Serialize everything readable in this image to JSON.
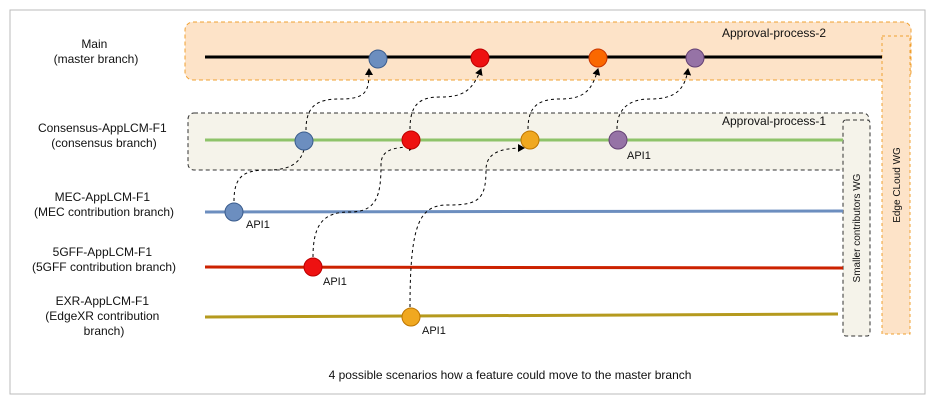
{
  "colors": {
    "approval2_fill": "#fde3c8",
    "approval2_stroke": "#f0a030",
    "approval1_fill": "#f5f3ea",
    "edge_cloud_fill": "#fde3c8",
    "edge_cloud_stroke": "#f0a030",
    "smaller_wg_fill": "#f5f3ea",
    "main_line": "#000000",
    "consensus_line": "#8ec36a",
    "mec_line": "#6c8ebf",
    "fivegff_line": "#cc2200",
    "exr_line": "#b59a1e",
    "dot_blue": "#6c8ebf",
    "dot_red": "#ee1111",
    "dot_orange": "#f0a820",
    "dot_orange_main": "#fa6800",
    "dot_purple": "#9673a6"
  },
  "regions": {
    "approval2": "Approval-process-2",
    "approval1": "Approval-process-1",
    "edge_cloud": "Edge CLoud WG",
    "smaller_wg": "Smaller contributors WG"
  },
  "branches": {
    "main": [
      "Main",
      "(master branch)"
    ],
    "consensus": [
      "Consensus-AppLCM-F1",
      "(consensus branch)"
    ],
    "mec": [
      "MEC-AppLCM-F1",
      "(MEC contribution branch)"
    ],
    "fivegff": [
      "5GFF-AppLCM-F1",
      "(5GFF contribution branch)"
    ],
    "exr": [
      "EXR-AppLCM-F1",
      "(EdgeXR contribution",
      "branch)"
    ]
  },
  "api_labels": {
    "consensus": "API1",
    "mec": "API1",
    "fivegff": "API1",
    "exr": "API1"
  },
  "caption": "4 possible scenarios how a feature could move to the master branch"
}
